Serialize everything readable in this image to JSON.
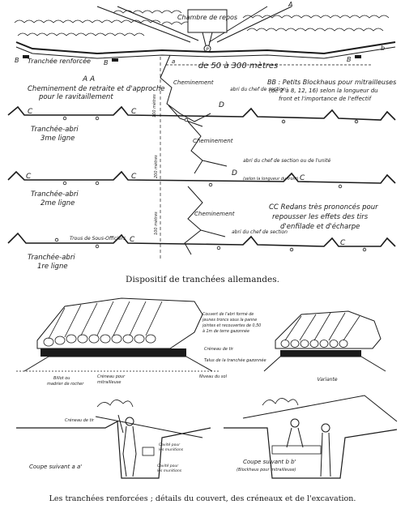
{
  "plan": {
    "chambre_repos": "Chambre de repos",
    "letter_P": "P",
    "letter_A_top": "A",
    "tranchee_renforcee": "Tranchée renforcée",
    "distance": "de 50 à 300 mètres",
    "aa_title": "A A",
    "aa_text_1": "Cheminement de retraite et d'approche",
    "aa_text_2": "pour le ravitaillement",
    "bb_title": "BB : Petits Blockhaus pour mitrailleuses",
    "bb_text_1": "(de 2 à 8, 12, 16) selon la longueur du",
    "bb_text_2": "front et l'importance de l'effectif",
    "cc_title": "CC Redans très prononcés pour",
    "cc_text_1": "repousser les effets des tirs",
    "cc_text_2": "d'enfilade et d'écharpe",
    "line3_a": "Tranchée-abri",
    "line3_b": "3me ligne",
    "line2_a": "Tranchée-abri",
    "line2_b": "2me ligne",
    "line1_a": "Tranchée-abri",
    "line1_b": "1re ligne",
    "cheminement": "Cheminement",
    "abri_chef_section": "abri du chef de section",
    "abri_chef_unite": "abri du chef de section ou de l'unité",
    "selon_longueur": "(selon la longueur du front)",
    "trous_sous_officiers": "Trous de Sous-Officiers",
    "metres_labels": [
      "100 mètres",
      "200 mètres",
      "100 mètres"
    ],
    "letter_C": "C",
    "letter_B": "B",
    "letter_D": "D",
    "letter_d": "d",
    "letter_a": "a",
    "letter_b": "b"
  },
  "caption_1": "Dispositif de tranchées allemandes.",
  "section": {
    "couvert_note_1": "Couvert de l'abri formé de",
    "couvert_note_2": "jeunes troncs sous la panne",
    "couvert_note_3": "jointes et recouvertes de 0,50",
    "couvert_note_4": "à 1m de terre gazonnée",
    "creneau_tir": "Créneau de tir",
    "talus_tranchee": "Talus de la tranchée gazonnée",
    "niveau_sol": "Niveau du sol",
    "billot_1": "Billot ou",
    "billot_2": "madrier de rocher",
    "creneau_mitr_1": "Créneau pour",
    "creneau_mitr_2": "mitrailleuse",
    "variante": "Variante",
    "creneau_tir_2": "Créneau de tir",
    "cavite_1": "Cavité pour",
    "cavite_2": "les munitions",
    "coupe_aa": "Coupe suivant a a'",
    "coupe_bb_1": "Coupe suivant b b'",
    "coupe_bb_2": "(Blockhaus pour mitrailleuse)"
  },
  "caption_2": "Les tranchées renforcées ; détails du couvert, des créneaux et de l'excavation."
}
